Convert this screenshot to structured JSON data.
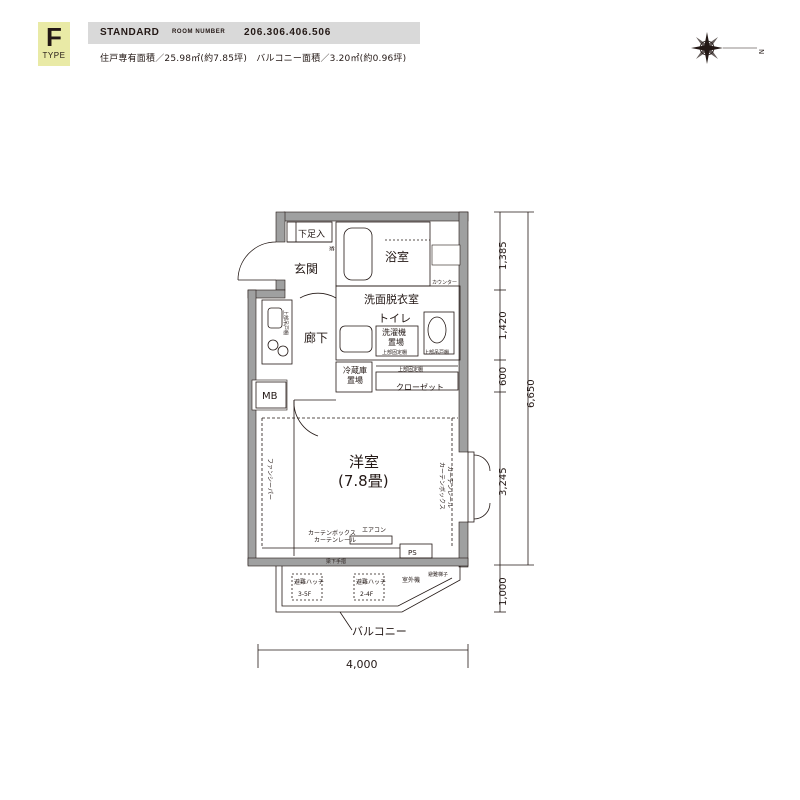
{
  "header": {
    "type_letter": "F",
    "type_word": "TYPE",
    "plan_name": "STANDARD",
    "room_number_label": "ROOM NUMBER",
    "room_numbers": "206.306.406.506",
    "areas_line": "住戸専有面積／25.98㎡(約7.85坪)　バルコニー面積／3.20㎡(約0.96坪)",
    "badge_color": "#e9eaa6",
    "bar_color": "#d9d9d9"
  },
  "compass": {
    "north_label": "N"
  },
  "rooms": {
    "entrance": "玄関",
    "shoe_box": "下足入",
    "bathroom": "浴室",
    "washroom": "洗面脱衣室",
    "toilet": "トイレ",
    "hallway": "廊下",
    "western_room": "洋室",
    "western_room_size": "(7.8畳)",
    "mb": "MB",
    "closet": "クローゼット",
    "fridge_space_1": "冷蔵庫",
    "fridge_space_2": "置場",
    "washer_space_1": "洗濯機",
    "washer_space_2": "置場",
    "balcony": "バルコニー",
    "ps": "PS"
  },
  "small_labels": {
    "counter": "カウンター",
    "upper_shelf_closet": "上部固定棚",
    "upper_shelf_washer": "上部固定棚",
    "upper_cabinet_toilet": "上部吊戸棚",
    "upper_cabinet_kitchen": "上部吊戸棚",
    "curtain_box": "カーテンボックス",
    "curtain_rail": "カーテンレール",
    "aircon": "エアコン",
    "beam_below": "梁下手摺",
    "evac_hatch_1": "避難ハッチ",
    "evac_hatch_1_floors": "3-5F",
    "evac_hatch_2": "避難ハッチ",
    "evac_hatch_2_floors": "2-4F",
    "outdoor_unit": "室外機",
    "evac_ladder": "避難梯子",
    "mirror_1": "鏡",
    "wall_left": "ファンシーパー",
    "wall_right_1": "カーテンボックス",
    "wall_right_2": "カーテンレール"
  },
  "dimensions": {
    "right_segments": [
      "1,385",
      "1,420",
      "600",
      "3,245",
      "1,000"
    ],
    "right_total": "6,650",
    "bottom_total": "4,000"
  }
}
